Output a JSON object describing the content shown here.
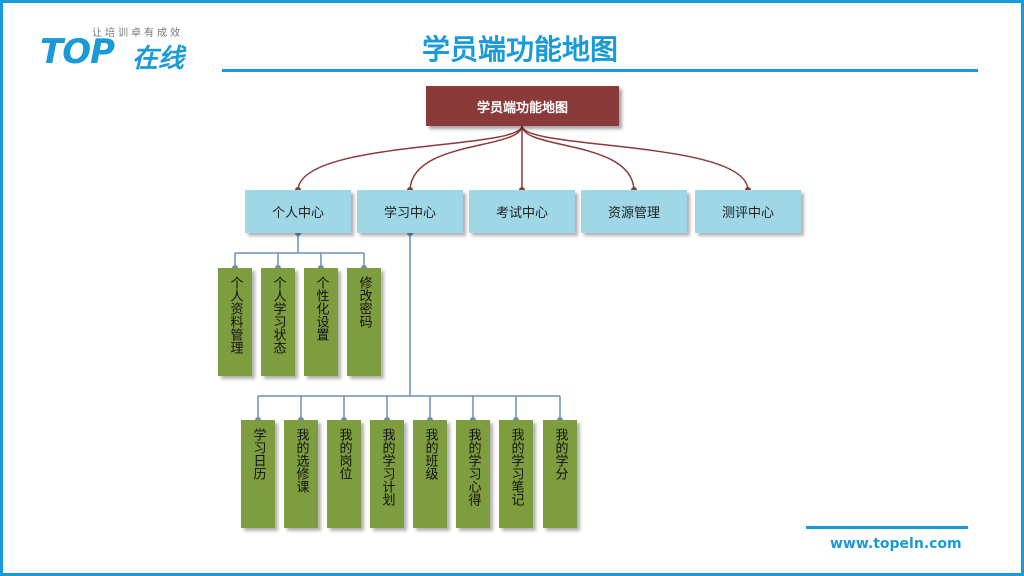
{
  "logo": {
    "slogan": "让培训卓有成效",
    "brand": "TOP",
    "brand_cn": "在线"
  },
  "page_title": "学员端功能地图",
  "root": "学员端功能地图",
  "level1": [
    "个人中心",
    "学习中心",
    "考试中心",
    "资源管理",
    "测评中心"
  ],
  "personal_center_items": [
    "个人资料管理",
    "个人学习状态",
    "个性化设置",
    "修改密码"
  ],
  "learning_center_items": [
    "学习日历",
    "我的选修课",
    "我的岗位",
    "我的学习计划",
    "我的班级",
    "我的学习心得",
    "我的学习笔记",
    "我的学分"
  ],
  "footer_url": "www.topeln.com",
  "colors": {
    "accent": "#1a9ad6",
    "root": "#8b3a3a",
    "level1": "#9fd7e6",
    "level2": "#7e9d3f",
    "connector": "#6a8fb5"
  }
}
